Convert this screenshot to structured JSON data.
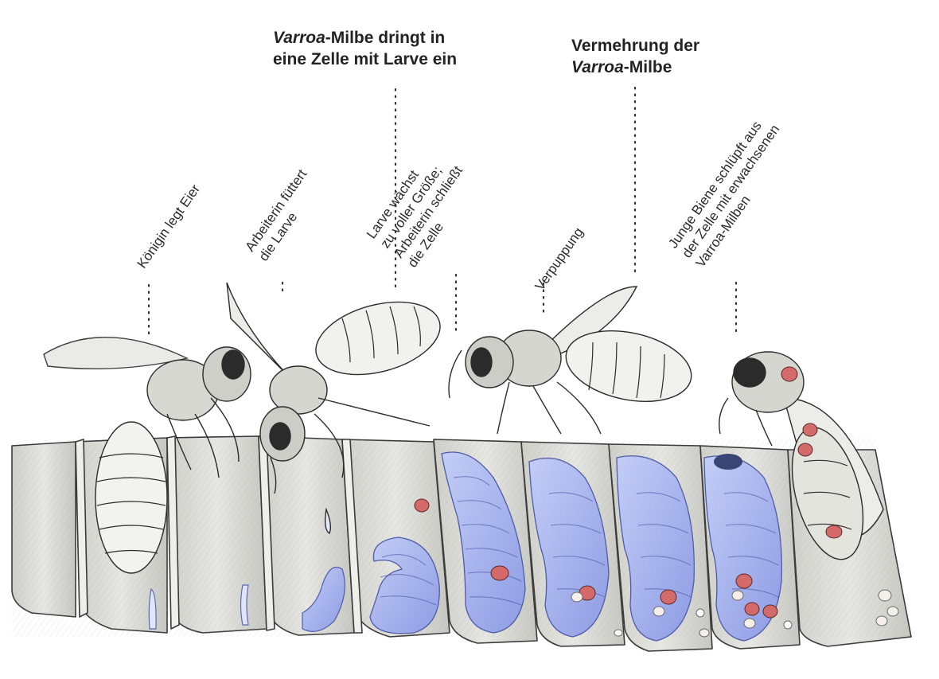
{
  "top_labels": {
    "invasion": {
      "line1_italic": "Varroa",
      "line1_rest": "-Milbe dringt in",
      "line2": "eine Zelle mit Larve ein"
    },
    "reproduction": {
      "line1": "Vermehrung der",
      "line2_italic": "Varroa",
      "line2_rest": "-Milbe"
    }
  },
  "stage_labels": {
    "queen": {
      "line1": "Königin legt Eier"
    },
    "feeding": {
      "line1": "Arbeiterin füttert",
      "line2": "die Larve"
    },
    "capping": {
      "line1": "Larve wächst",
      "line2": "zu voller Größe;",
      "line3": "Arbeiterin schließt",
      "line4": "die Zelle"
    },
    "pupation": {
      "line1": "Verpuppung"
    },
    "emergence": {
      "line1": "Junge Biene schlüpft aus",
      "line2": "der Zelle mit erwachsenen",
      "line3_italic": "Varroa",
      "line3_rest": "-Milben"
    }
  },
  "colors": {
    "brood_blue": "#a9b5ee",
    "mite_red": "#d46a6a",
    "cell_gray": "#d9d9d4",
    "ink": "#2b2b2b"
  }
}
